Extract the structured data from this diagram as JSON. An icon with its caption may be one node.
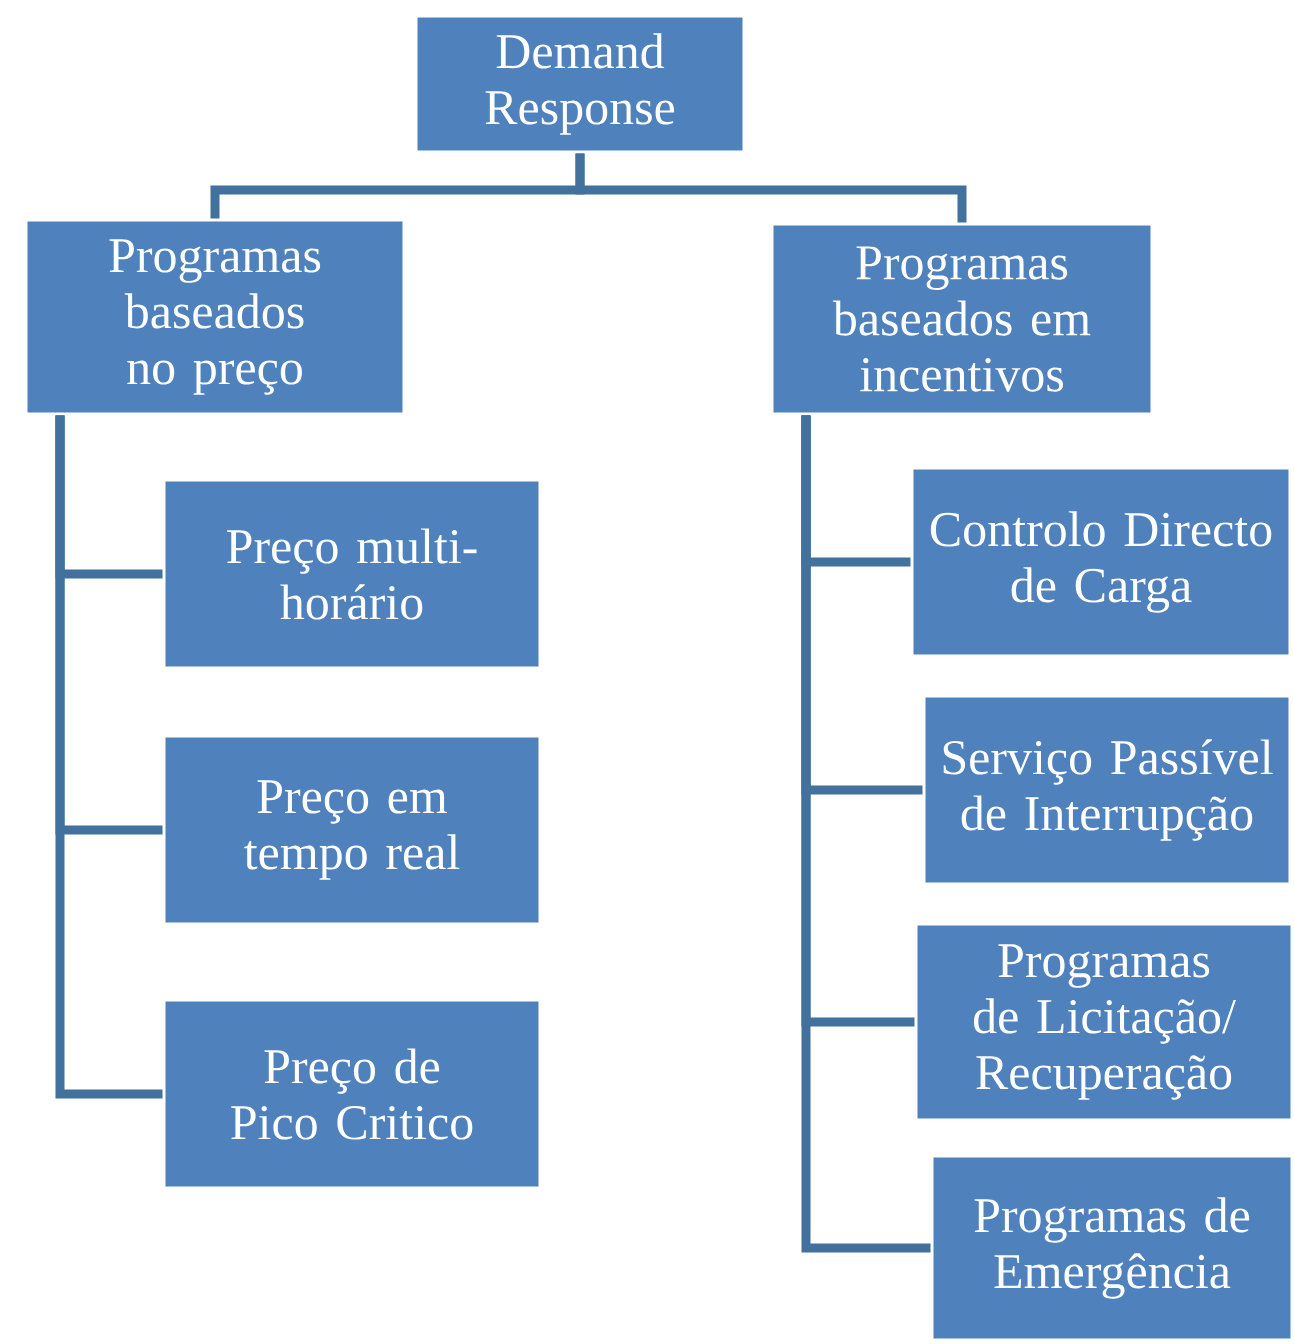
{
  "diagram": {
    "nodes": [
      {
        "text": [
          "Demand Response"
        ]
      },
      {
        "text": [
          "Programas baseados no preço"
        ]
      },
      {
        "text": [
          "Programas baseados em incentivos"
        ]
      },
      {
        "text": [
          "Preço multi-horário"
        ]
      },
      {
        "text": [
          "Preço em tempo real"
        ]
      },
      {
        "text": [
          "Preço de Pico Critico"
        ]
      },
      {
        "text": [
          "Controlo Directo de Carga"
        ]
      },
      {
        "text": [
          "Serviço Passível de Interrupção"
        ]
      },
      {
        "text": [
          "Programas de Licitação/ Recuperação"
        ]
      },
      {
        "text": [
          "Programas de Emergência"
        ]
      }
    ],
    "edges": [
      {
        "from": 0,
        "to": 1,
        "arrow": "none"
      },
      {
        "from": 0,
        "to": 2,
        "arrow": "none"
      },
      {
        "from": 1,
        "to": 3,
        "arrow": "none"
      },
      {
        "from": 1,
        "to": 4,
        "arrow": "none"
      },
      {
        "from": 1,
        "to": 5,
        "arrow": "none"
      },
      {
        "from": 2,
        "to": 6,
        "arrow": "none"
      },
      {
        "from": 2,
        "to": 7,
        "arrow": "none"
      },
      {
        "from": 2,
        "to": 8,
        "arrow": "none"
      },
      {
        "from": 2,
        "to": 9,
        "arrow": "none"
      }
    ]
  }
}
